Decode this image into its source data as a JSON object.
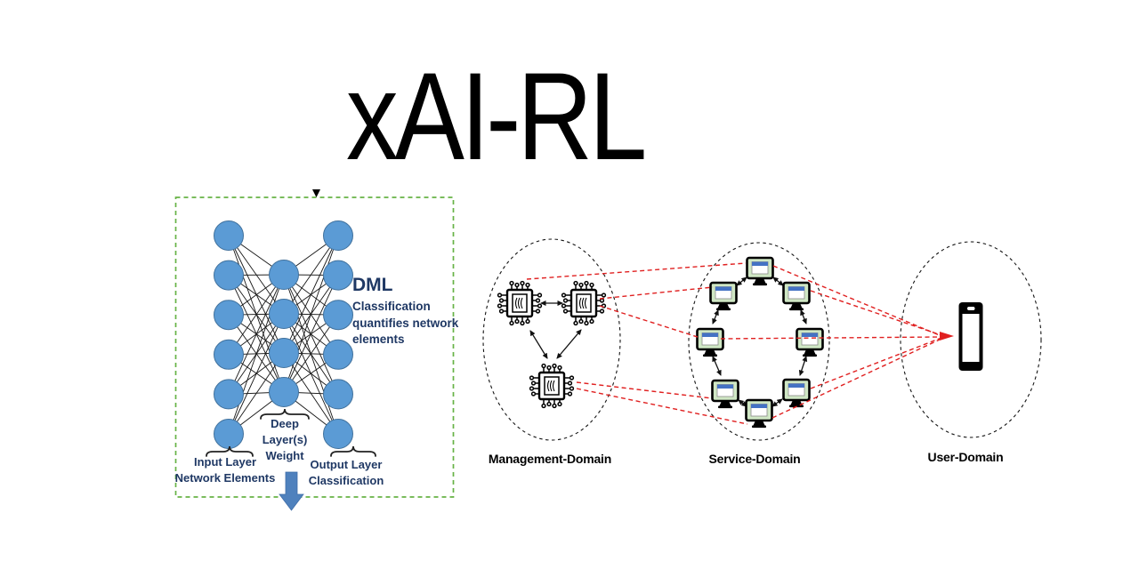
{
  "title": "xAI-RL",
  "nn_figure": {
    "dml": {
      "title": "DML",
      "desc_lines": [
        "Classification",
        "quantifies network",
        "elements"
      ]
    },
    "labels": {
      "input": [
        "Input Layer",
        "Network Elements"
      ],
      "hidden": [
        "Deep",
        "Layer(s)",
        "Weight"
      ],
      "output": [
        "Output Layer",
        "Classification"
      ]
    },
    "layers": {
      "input_nodes": 6,
      "hidden_nodes": 4,
      "output_nodes": 6
    },
    "colors": {
      "node": "#5b9bd5",
      "node_border": "#41719c",
      "box_border": "#67b346",
      "label_text": "#1f3864",
      "arrow": "#4f81bd"
    }
  },
  "domains": {
    "management": {
      "label": "Management-Domain",
      "icon": "chip-icon",
      "icon_count": 3
    },
    "service": {
      "label": "Service-Domain",
      "icon": "monitor-icon",
      "icon_count": 8
    },
    "user": {
      "label": "User-Domain",
      "icon": "smartphone-icon",
      "icon_count": 1
    },
    "link_color": "#e02020",
    "monitor_screen_color": "#cfe7c4",
    "monitor_titlebar_color": "#4472c4"
  }
}
